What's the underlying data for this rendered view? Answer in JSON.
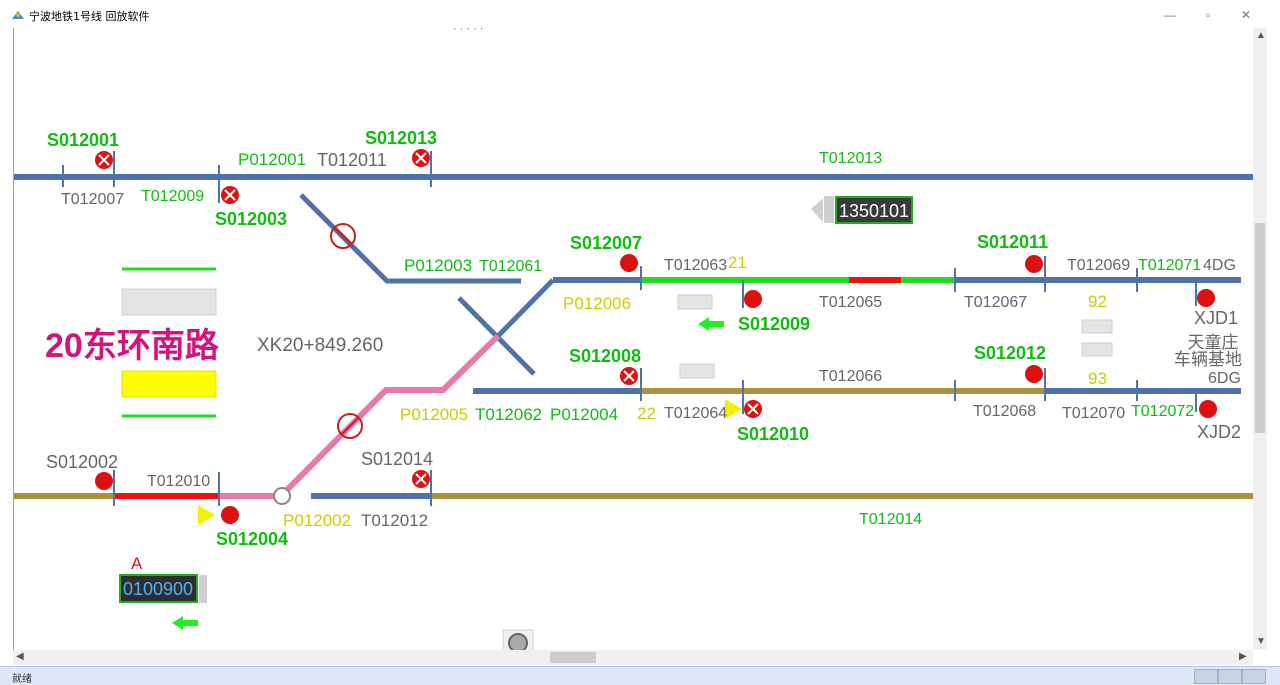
{
  "window": {
    "title": "宁波地铁1号线 回放软件",
    "status": "就绪"
  },
  "station": {
    "name": "20东环南路",
    "km": "XK20+849.260"
  },
  "depot": {
    "line1": "天童庄",
    "line2": "车辆基地"
  },
  "train1": {
    "id": "1350101"
  },
  "train2": {
    "id": "0100900",
    "tag": "A"
  },
  "numbers": {
    "n21": "21",
    "n22": "22",
    "n92": "92",
    "n93": "93"
  },
  "signals": {
    "S012001": "S012001",
    "S012002": "S012002",
    "S012003": "S012003",
    "S012004": "S012004",
    "S012007": "S012007",
    "S012008": "S012008",
    "S012009": "S012009",
    "S012010": "S012010",
    "S012011": "S012011",
    "S012012": "S012012",
    "S012013": "S012013",
    "S012014": "S012014",
    "XJD1": "XJD1",
    "XJD2": "XJD2"
  },
  "points": {
    "P012001": "P012001",
    "P012002": "P012002",
    "P012003": "P012003",
    "P012004": "P012004",
    "P012005": "P012005",
    "P012006": "P012006"
  },
  "tracks": {
    "T012007": "T012007",
    "T012009": "T012009",
    "T012010": "T012010",
    "T012011": "T012011",
    "T012012": "T012012",
    "T012013": "T012013",
    "T012014": "T012014",
    "T012061": "T012061",
    "T012062": "T012062",
    "T012063": "T012063",
    "T012064": "T012064",
    "T012065": "T012065",
    "T012066": "T012066",
    "T012067": "T012067",
    "T012068": "T012068",
    "T012069": "T012069",
    "T012070": "T012070",
    "T012071": "T012071",
    "T012072": "T012072",
    "4DG": "4DG",
    "6DG": "6DG"
  },
  "colors": {
    "blue": "#4f72a8",
    "brown": "#b0903c",
    "green": "#22dd22",
    "red": "#ee1111",
    "pink": "#e77aa8",
    "yellow_label": "#cccc00",
    "magenta": "#d4147a"
  }
}
